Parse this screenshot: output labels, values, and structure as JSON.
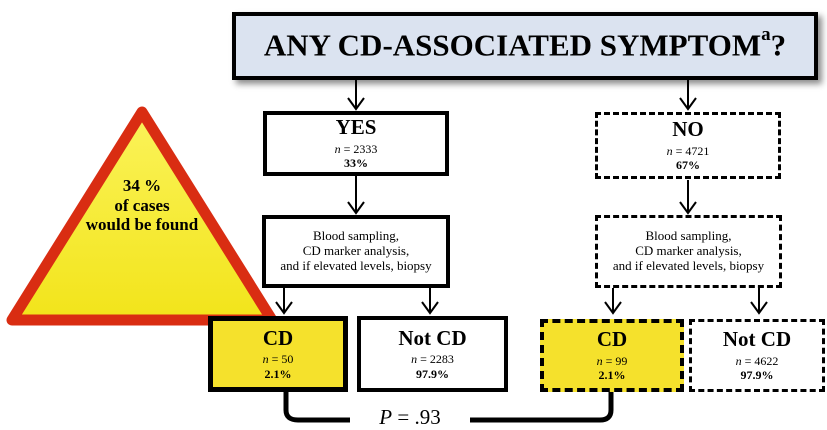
{
  "question": {
    "text": "ANY CD-ASSOCIATED SYMPTOM",
    "sup": "a",
    "suffix": "?"
  },
  "warning": {
    "line1": "34 %",
    "line2": "of cases",
    "line3": "would be found"
  },
  "yes": {
    "title": "YES",
    "n_label": "n",
    "n_value": " = 2333",
    "pct": "33%"
  },
  "no": {
    "title": "NO",
    "n_label": "n",
    "n_value": " = 4721",
    "pct": "67%"
  },
  "procedure_left": {
    "line1": "Blood sampling,",
    "line2": "CD marker analysis,",
    "line3": "and if elevated levels, biopsy"
  },
  "procedure_right": {
    "line1": "Blood sampling,",
    "line2": "CD marker analysis,",
    "line3": "and if elevated levels, biopsy"
  },
  "outcomes": {
    "yes_cd": {
      "title": "CD",
      "n_label": "n",
      "n_value": " = 50",
      "pct": "2.1%"
    },
    "yes_not_cd": {
      "title": "Not CD",
      "n_label": "n",
      "n_value": " = 2283",
      "pct": "97.9%"
    },
    "no_cd": {
      "title": "CD",
      "n_label": "n",
      "n_value": " = 99",
      "pct": "2.1%"
    },
    "no_not_cd": {
      "title": "Not CD",
      "n_label": "n",
      "n_value": " = 4622",
      "pct": "97.9%"
    }
  },
  "comparison": {
    "p_label": "P",
    "p_value": " = .93"
  },
  "colors": {
    "question_fill": "#dbe3f0",
    "warning_fill": "#f7ef1e",
    "warning_border": "#d92d12",
    "cd_fill": "#f5e12c"
  }
}
